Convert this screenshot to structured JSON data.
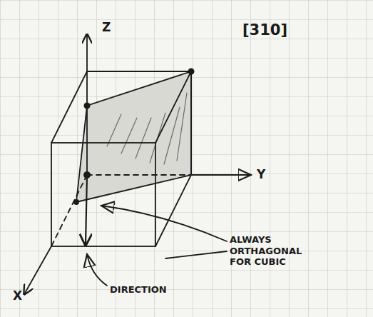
{
  "diagram": {
    "labels": [
      "Z",
      "[310]",
      "Y",
      "X",
      "ALWAYS ORTHAGONAL FOR CUBIC",
      "DIRECTION"
    ]
  }
}
